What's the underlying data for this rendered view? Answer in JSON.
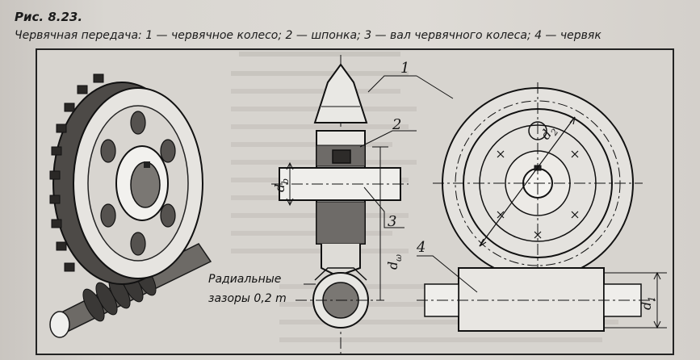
{
  "caption": {
    "figure_number": "Рис. 8.23.",
    "title": "Червячная передача: 1 — червячное колесо; 2 — шпонка; 3 — вал червячного колеса; 4 — червяк"
  },
  "labels": {
    "part_1": "1",
    "part_2": "2",
    "part_3": "3",
    "part_4": "4",
    "d_b": "d",
    "d_b_sub": "b",
    "d_omega": "d",
    "d_omega_sub": "ω",
    "d_2": "d",
    "d_2_sub": "2",
    "d_1": "d",
    "d_1_sub": "1",
    "radial_line1": "Радиальные",
    "radial_line2": "зазоры 0,2 m"
  }
}
